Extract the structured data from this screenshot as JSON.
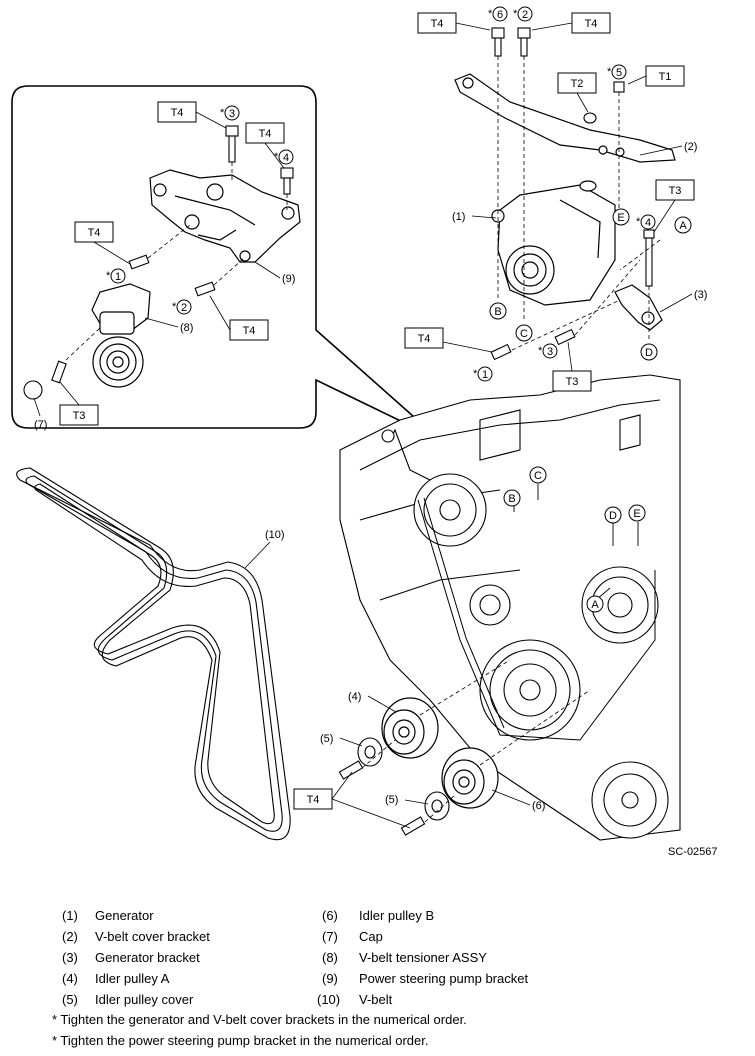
{
  "figure_code": "SC-02567",
  "torque_tags": {
    "T1": "T1",
    "T2": "T2",
    "T3": "T3",
    "T4": "T4"
  },
  "callouts": {
    "n1": "(1)",
    "n2": "(2)",
    "n3": "(3)",
    "n4": "(4)",
    "n5": "(5)",
    "n6": "(6)",
    "n7": "(7)",
    "n8": "(8)",
    "n9": "(9)",
    "n10": "(10)"
  },
  "circled": {
    "c1": "1",
    "c2": "2",
    "c3": "3",
    "c4": "4",
    "c5": "5",
    "c6": "6"
  },
  "letters": {
    "A": "A",
    "B": "B",
    "C": "C",
    "D": "D",
    "E": "E"
  },
  "star": "*",
  "legend": [
    {
      "num": "(1)",
      "text": "Generator"
    },
    {
      "num": "(2)",
      "text": "V-belt cover bracket"
    },
    {
      "num": "(3)",
      "text": "Generator bracket"
    },
    {
      "num": "(4)",
      "text": "Idler pulley A"
    },
    {
      "num": "(5)",
      "text": "Idler pulley cover"
    },
    {
      "num": "(6)",
      "text": "Idler pulley B"
    },
    {
      "num": "(7)",
      "text": "Cap"
    },
    {
      "num": "(8)",
      "text": "V-belt tensioner ASSY"
    },
    {
      "num": "(9)",
      "text": "Power steering pump bracket"
    },
    {
      "num": "(10)",
      "text": "V-belt"
    }
  ],
  "notes": [
    "* Tighten the generator and V-belt cover brackets in the numerical order.",
    "* Tighten the power steering pump bracket in the numerical order."
  ]
}
